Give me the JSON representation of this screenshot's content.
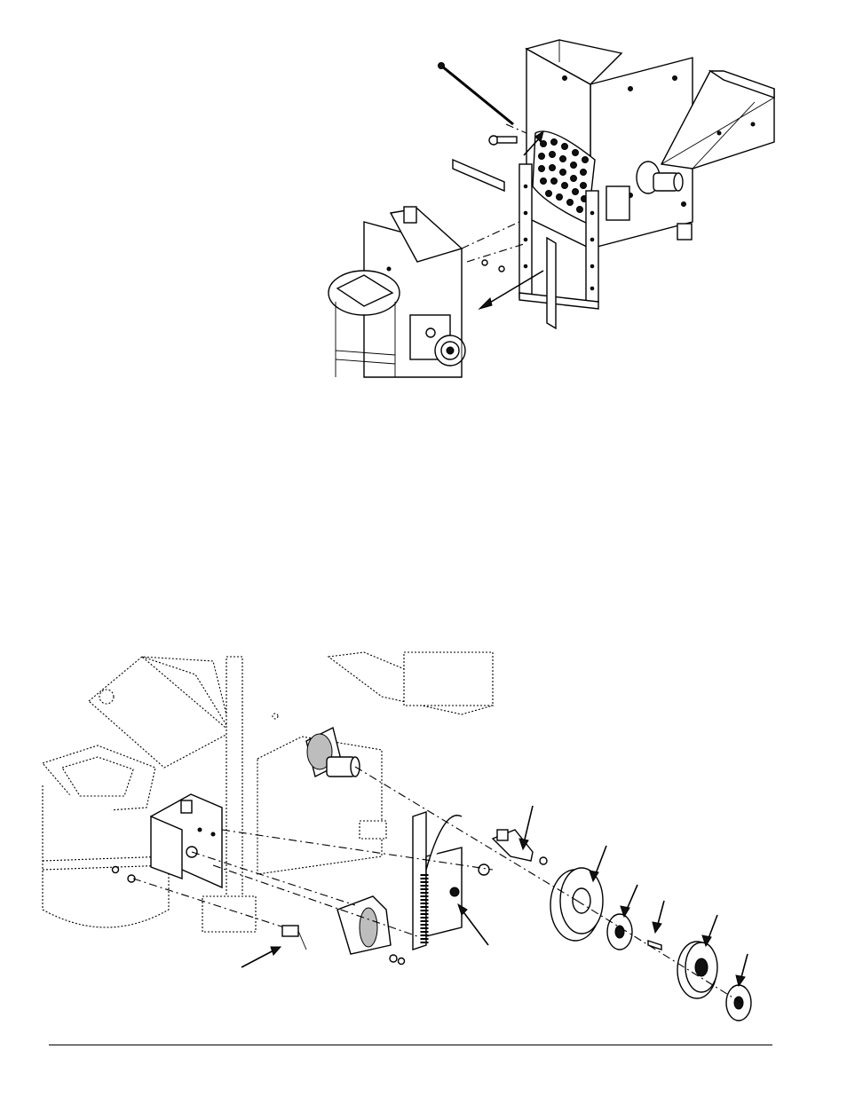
{
  "figures": [
    {
      "id": "top",
      "subject": "hopper-assembly-exploded-view"
    },
    {
      "id": "bottom",
      "subject": "drive-pulley-assembly-exploded-view"
    }
  ],
  "icons": [
    "arrow-icon"
  ],
  "colors": {
    "line": "#000000",
    "background": "#ffffff",
    "shade": "#bdbdbd"
  }
}
